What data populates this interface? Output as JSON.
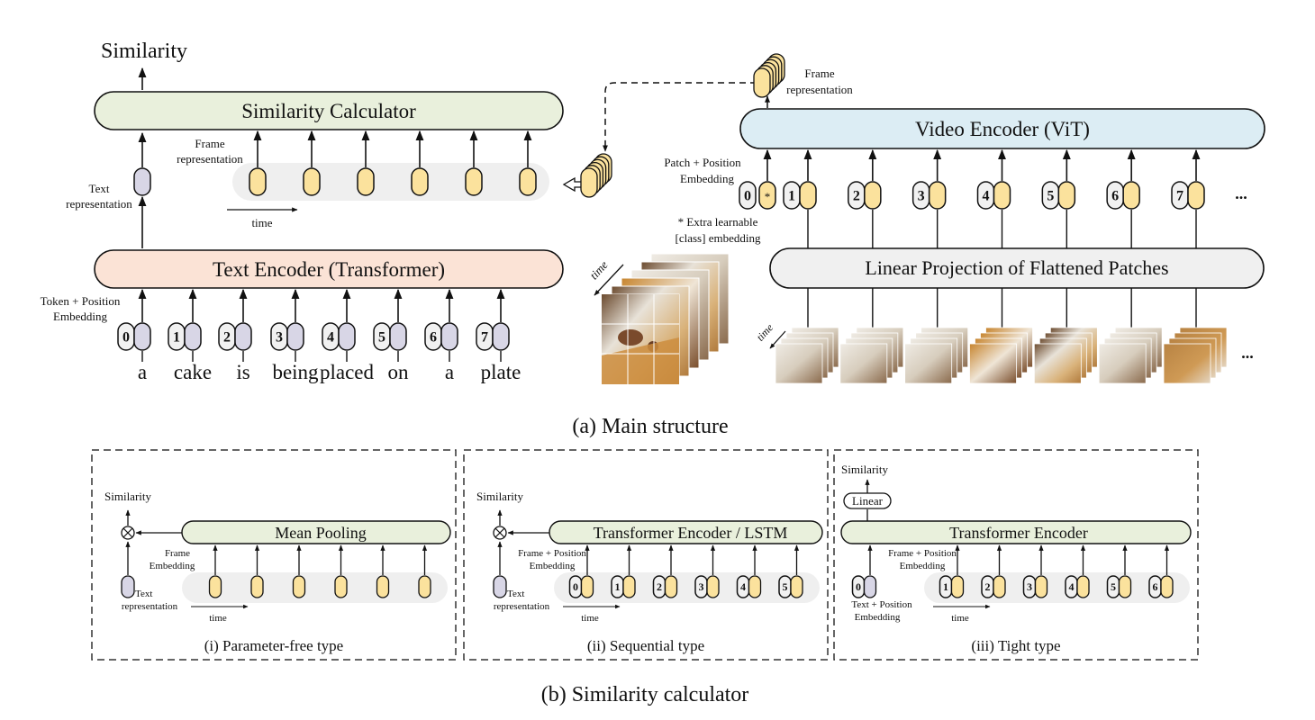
{
  "main": {
    "caption": "(a) Main structure",
    "similarity_label": "Similarity",
    "similarity_calculator": "Similarity Calculator",
    "text_encoder": "Text Encoder (Transformer)",
    "video_encoder": "Video Encoder (ViT)",
    "linear_projection": "Linear Projection of Flattened Patches",
    "frame_repr_line1": "Frame",
    "frame_repr_line2": "representation",
    "text_repr_line1": "Text",
    "text_repr_line2": "representation",
    "token_pos_line1": "Token + Position",
    "token_pos_line2": "Embedding",
    "patch_pos_line1": "Patch + Position",
    "patch_pos_line2": "Embedding",
    "extra_line1": "* Extra learnable",
    "extra_line2": "[class] embedding",
    "time_label": "time",
    "ellipsis": "...",
    "star": "*",
    "words": [
      "a",
      "cake",
      "is",
      "being",
      "placed",
      "on",
      "a",
      "plate"
    ],
    "token_indices": [
      "0",
      "1",
      "2",
      "3",
      "4",
      "5",
      "6",
      "7"
    ],
    "patch_indices": [
      "0",
      "1",
      "2",
      "3",
      "4",
      "5",
      "6",
      "7"
    ]
  },
  "sub": {
    "caption": "(b) Similarity calculator",
    "panels": [
      {
        "caption": "(i) Parameter-free type",
        "module": "Mean Pooling",
        "similarity": "Similarity",
        "frame_line1": "Frame",
        "frame_line2": "Embedding",
        "text_line1": "Text",
        "text_line2": "representation",
        "time": "time"
      },
      {
        "caption": "(ii) Sequential type",
        "module": "Transformer Encoder / LSTM",
        "similarity": "Similarity",
        "frame_line1": "Frame + Position",
        "frame_line2": "Embedding",
        "text_line1": "Text",
        "text_line2": "representation",
        "time": "time",
        "indices": [
          "0",
          "1",
          "2",
          "3",
          "4",
          "5"
        ]
      },
      {
        "caption": "(iii) Tight type",
        "module": "Transformer Encoder",
        "similarity": "Similarity",
        "linear": "Linear",
        "frame_line1": "Frame + Position",
        "frame_line2": "Embedding",
        "text_line1": "Text + Position",
        "text_line2": "Embedding",
        "time": "time",
        "text_index": "0",
        "indices": [
          "1",
          "2",
          "3",
          "4",
          "5",
          "6"
        ]
      }
    ]
  },
  "colors": {
    "sim_calc_fill": "#e9f0dc",
    "text_enc_fill": "#fbe3d6",
    "video_enc_fill": "#dcedf4",
    "linear_fill": "#f0f0f0",
    "frame_token": "#fbe29d",
    "text_token": "#d8d6e6",
    "index_token": "#f1f1f1",
    "band": "#efefef"
  }
}
